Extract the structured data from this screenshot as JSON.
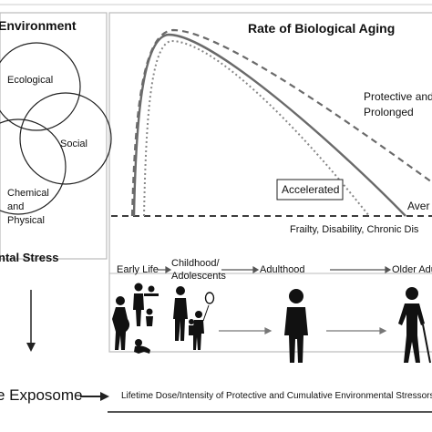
{
  "left_panel": {
    "title": "Environment",
    "circles": {
      "ecological": "Ecological",
      "social": "Social",
      "chemical_line1": "Chemical",
      "chemical_line2": "and",
      "chemical_line3": "Physical"
    },
    "bottom_label": "ntal Stress"
  },
  "exposome_label": "e Exposome",
  "chart": {
    "title": "Rate of Biological Aging",
    "curve_labels": {
      "protective_line1": "Protective and",
      "protective_line2": "Prolonged",
      "accelerated": "Accelerated",
      "average": "Aver",
      "outcomes": "Frailty, Disability, Chronic Dis"
    }
  },
  "life_stages": {
    "early_life": "Early Life",
    "childhood_line1": "Childhood/",
    "childhood_line2": "Adolescents",
    "adulthood": "Adulthood",
    "older": "Older Adu"
  },
  "bottom_axis_label": "Lifetime Dose/Intensity of Protective and Cumulative Environmental Stressors",
  "colors": {
    "line": "#111111",
    "curve_gray": "#6a6a6a",
    "dotted": "#888888",
    "frame": "#bbbbbb"
  }
}
